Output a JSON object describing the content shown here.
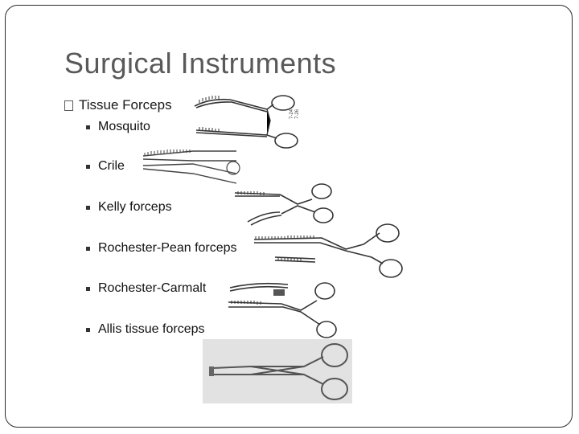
{
  "title": "Surgical Instruments",
  "main": {
    "bullet": "Tissue Forceps",
    "items": [
      "Mosquito",
      "Crile",
      "Kelly forceps",
      "Rochester-Pean forceps",
      "Rochester-Carmalt",
      "Allis tissue forceps"
    ]
  },
  "image_labels": {
    "mosquito_tag": "7-24 7-26"
  }
}
